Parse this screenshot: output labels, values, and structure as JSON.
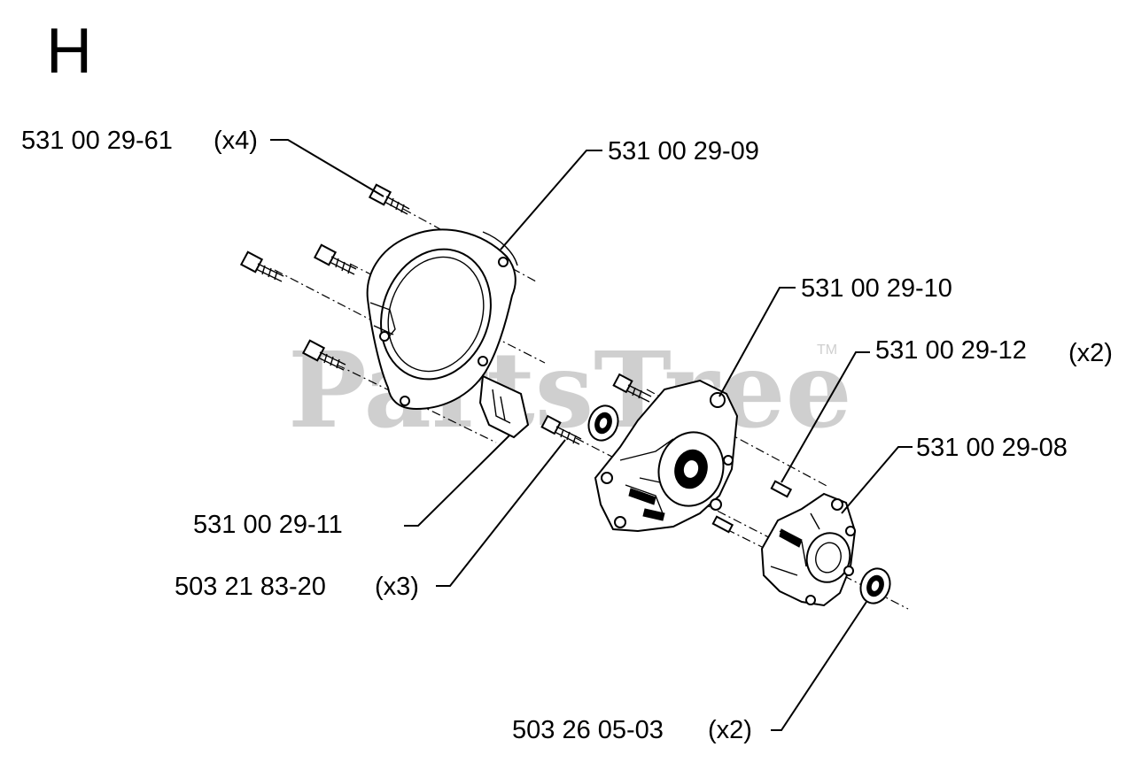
{
  "section_letter": "H",
  "watermark": {
    "text": "PartsTree",
    "trademark": "TM"
  },
  "callouts": [
    {
      "part_number": "531 00 29-61",
      "quantity": "(x4)"
    },
    {
      "part_number": "531 00 29-09",
      "quantity": ""
    },
    {
      "part_number": "531 00 29-10",
      "quantity": ""
    },
    {
      "part_number": "531 00 29-12",
      "quantity": "(x2)"
    },
    {
      "part_number": "531 00 29-08",
      "quantity": ""
    },
    {
      "part_number": "531 00 29-11",
      "quantity": ""
    },
    {
      "part_number": "503 21 83-20",
      "quantity": "(x3)"
    },
    {
      "part_number": "503 26 05-03",
      "quantity": "(x2)"
    }
  ]
}
